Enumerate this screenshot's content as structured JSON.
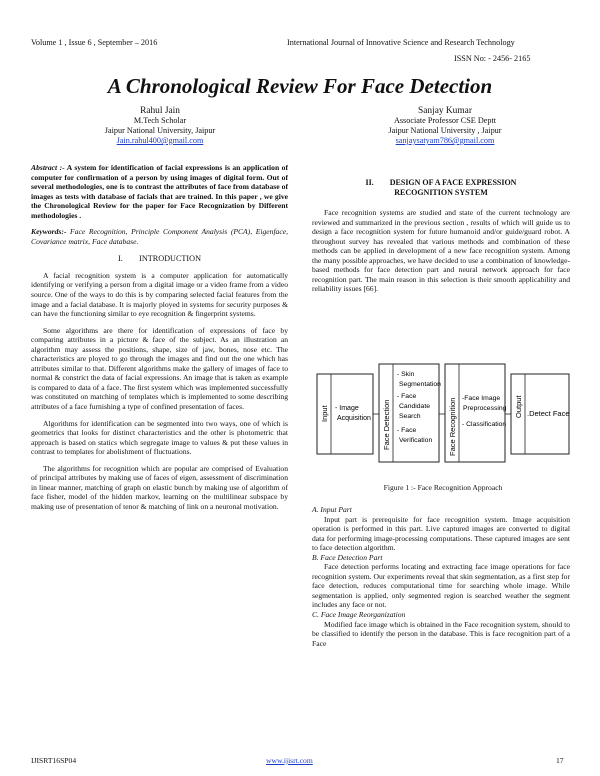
{
  "header": {
    "left": "Volume 1 , Issue 6 , September – 2016",
    "right": "International Journal of Innovative Science and Research Technology",
    "issn": "ISSN No: - 2456- 2165"
  },
  "title": "A Chronological Review For Face Detection",
  "authors": [
    {
      "name": "Rahul Jain",
      "role": "M.Tech Scholar",
      "affiliation": "Jaipur National University, Jaipur",
      "email": "Jain.rahul400@gmail.com"
    },
    {
      "name": "Sanjay Kumar",
      "role": "Associate Professor  CSE Deptt",
      "affiliation": "Jaipur National University , Jaipur",
      "email": "sanjaysatyam786@gmail.com"
    }
  ],
  "abstract": {
    "label": "Abstract :-",
    "text": " A system for identification of facial expressions is an application of computer for confirmation of a person by using images of digital form. Out of several methodologies, one is to contrast the attributes of face from database of images as tests with database of facials that are trained. In this paper , we give the Chronological Review for the paper for Face Recognization by Different methodologies ."
  },
  "keywords": {
    "label": "Keywords:-",
    "text": " Face Recognition, Principle Component Analysis (PCA), Eigenface, Covariance matrix, Face database."
  },
  "section1": {
    "heading": "I.        INTRODUCTION",
    "paragraphs": [
      "A facial  recognition  system is  a computer  application for automatically identifying or verifying a person from      a digital image or a video frame from a video source. One of the ways to do this is by comparing selected facial features from the image and  a  facial database.  It  is  majorly  ployed  in  systems  for security purposes & can have the functioning similar to eye recognition & fingerprint systems.",
      "Some algorithms are there for identification of expressions of face by comparing attributes in a picture & face of the subject. As an illustration an algorithm may assess the positions, shape, size of jaw, bones, nose etc. The characteristics are ployed to go through the images and find out the one which has attributes similar to that. Different algorithms make the gallery of images of face to normal & constrict the data of facial expressions. An image that is taken as example is compared to data of a face. The first system which was implemented successfully was constituted on matching of templates which is implemented to some describing attributes of a face furnishing a type of confined presentation of faces.",
      "Algorithms for identification can be segmented into two ways, one of which is geometrics that looks for distinct characteristics and the other is photometric that approach is based on statics which segregate image to values & put these values in contrast to templates for abolishment of fluctuations.",
      "The algorithms for recognition which are popular are comprised of Evaluation of principal attributes by making use of faces of eigen, assessment of discrimination in linear manner, matching of graph on elastic bunch by making use of algorithm of face fisher, model of the hidden markov, learning on the multilinear subspace by making use of presentation of tenor & matching of link on a neuronal motivation."
    ]
  },
  "section2": {
    "heading_line1": "II.        DESIGN OF A FACE EXPRESSION",
    "heading_line2": "RECOGNITION SYSTEM",
    "intro": "Face recognition systems are studied and state of the current technology are reviewed and summarized in the previous section , results of which will guide us to design a face recognition system for future humanoid and/or guide/guard robot. A throughout survey has revealed that various methods and combination of these methods can be applied in development of a new face recognition system. Among the many possible approaches, we have decided to use a combination of knowledge-based methods for face detection part and neural network approach for face recognition part. The main reason in this selection is their smooth applicability and reliability issues [66].",
    "figure": {
      "caption": "Figure 1 :-  Face Recognition Approach",
      "stages": [
        {
          "vertical": "Input",
          "items": [
            "- Image",
            "Acquisition"
          ]
        },
        {
          "vertical": "Face Detection",
          "items": [
            "- Skin",
            "Segmentation",
            "- Face",
            "Candidate",
            "Search",
            "- Face",
            "Verification"
          ]
        },
        {
          "vertical": "Face Recognition",
          "items": [
            "-Face Image",
            "Preprocessing",
            "- Classification"
          ]
        },
        {
          "vertical": "Output",
          "items": [
            ".Detect Face"
          ]
        }
      ]
    },
    "subsections": [
      {
        "heading": "A. Input Part",
        "text": "Input part is prerequisite for face recognition system. Image acquisition operation is performed in this part. Live captured images are converted to digital data for performing image-processing computations. These captured images are sent to face detection algorithm."
      },
      {
        "heading": "B. Face Detection Part",
        "text": "Face detection performs locating and extracting face image operations for face recognition system. Our experiments reveal that skin segmentation, as a first step for face detection, reduces computational time for searching whole image. While segmentation is applied, only segmented region is searched weather the segment includes any face or not."
      },
      {
        "heading": "C. Face Image Reorganization",
        "text": "Modified face image which is obtained in the Face recognition system, should to be classified to identify the person in the database. This is face recognition part of a Face"
      }
    ]
  },
  "footer": {
    "left": "IJISRT16SP04",
    "center": "www.ijisrt.com",
    "right": "17"
  }
}
